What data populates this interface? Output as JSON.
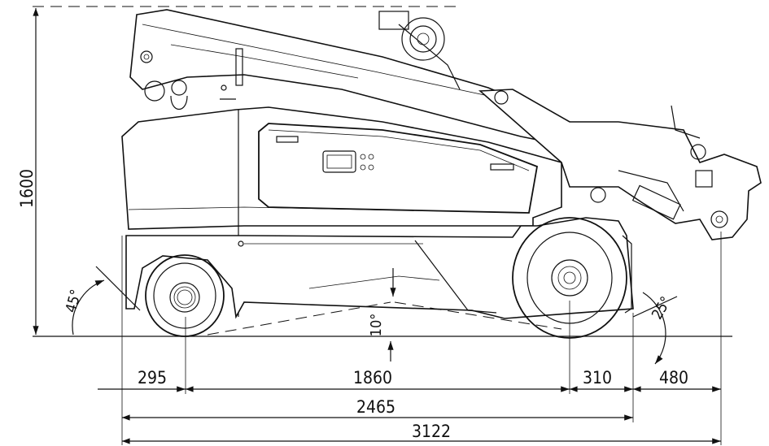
{
  "dimensions": {
    "height": "1600",
    "rear_overhang": "295",
    "wheelbase": "1860",
    "front_overhang": "310",
    "boom_overhang": "480",
    "body_length": "2465",
    "total_length": "3122"
  },
  "angles": {
    "approach": "45°",
    "ramp": "10°",
    "departure": "25°"
  }
}
